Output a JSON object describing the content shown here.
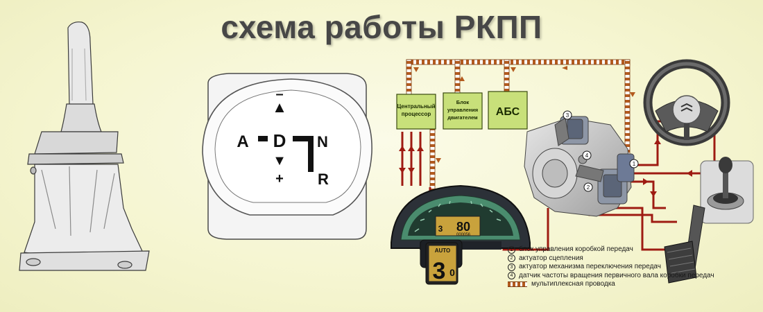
{
  "title": "схема работы РКПП",
  "selector": {
    "up_arrow": "▲",
    "down_arrow": "▼",
    "drive": "D",
    "auto": "A",
    "neutral": "N",
    "reverse": "R",
    "minus": "–",
    "plus": "+"
  },
  "blocks": {
    "cpu": "Центральный процессор",
    "engine": "Блок управления двигателем",
    "abs": "АБС"
  },
  "callouts": [
    "1",
    "2",
    "3",
    "4"
  ],
  "dashboard": {
    "speed": "80",
    "odometer": "000056",
    "gear_small": "3",
    "mode": "AUTO",
    "gear": "3",
    "gear_suffix": "0"
  },
  "legend": {
    "items": [
      {
        "num": "1",
        "text": "блок управления коробкой передач"
      },
      {
        "num": "2",
        "text": "актуатор сцепления"
      },
      {
        "num": "3",
        "text": "актуатор механизма переключения передач"
      },
      {
        "num": "4",
        "text": "датчик частоты вращения первичного вала коробки передач"
      }
    ],
    "wiring": "мультиплексная проводка"
  },
  "colors": {
    "title": "#474747",
    "block_fill": "#c8e07a",
    "wiring_stripe": "#b35a1e",
    "signal_line": "#9e1b12",
    "lcd": "#c9a23c"
  }
}
